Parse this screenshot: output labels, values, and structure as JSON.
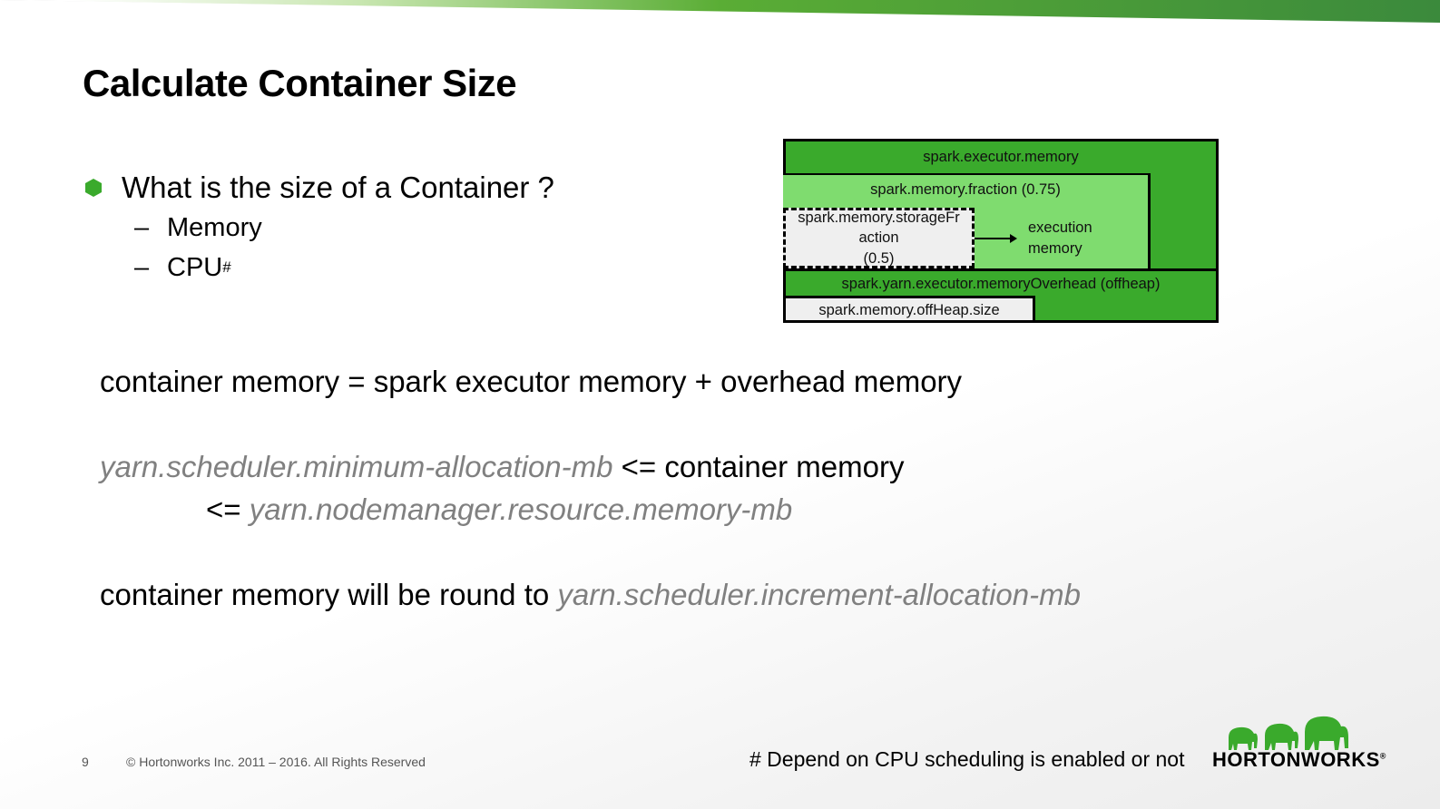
{
  "colors": {
    "band_start": "#c8e6b0",
    "band_mid": "#5aad35",
    "band_end": "#3b8a3c",
    "bullet": "#3aaa2c",
    "dark_green": "#3aaa2c",
    "light_green": "#7fdc6f",
    "light_gray": "#efefef",
    "italic_gray": "#808080"
  },
  "slide": {
    "title": "Calculate Container Size",
    "bullet": "What is the size of a Container ?",
    "sub_bullets": [
      {
        "dash": "–",
        "text": "Memory",
        "sup": ""
      },
      {
        "dash": "–",
        "text": "CPU",
        "sup": "#"
      }
    ]
  },
  "diagram": {
    "executor_memory": "spark.executor.memory",
    "memory_fraction": "spark.memory.fraction (0.75)",
    "storage_fraction_line1": "spark.memory.storageFr",
    "storage_fraction_line2": "action",
    "storage_fraction_line3": "(0.5)",
    "execution_line1": "execution",
    "execution_line2": "memory",
    "memory_overhead": "spark.yarn.executor.memoryOverhead (offheap)",
    "offheap_size": "spark.memory.offHeap.size"
  },
  "equations": {
    "eq1": "container memory = spark executor memory + overhead memory",
    "eq2_param": "yarn.scheduler.minimum-allocation-mb",
    "eq2_rest": " <= container memory",
    "eq3_op": "<= ",
    "eq3_param": "yarn.nodemanager.resource.memory-mb",
    "eq4_text": "container memory will be round to ",
    "eq4_param": "yarn.scheduler.increment-allocation-mb"
  },
  "footer": {
    "page_number": "9",
    "copyright": "© Hortonworks Inc. 2011 – 2016. All Rights Reserved",
    "footnote": "# Depend on CPU scheduling is enabled or not",
    "logo_text": "HORTONWORKS",
    "logo_reg": "®"
  }
}
